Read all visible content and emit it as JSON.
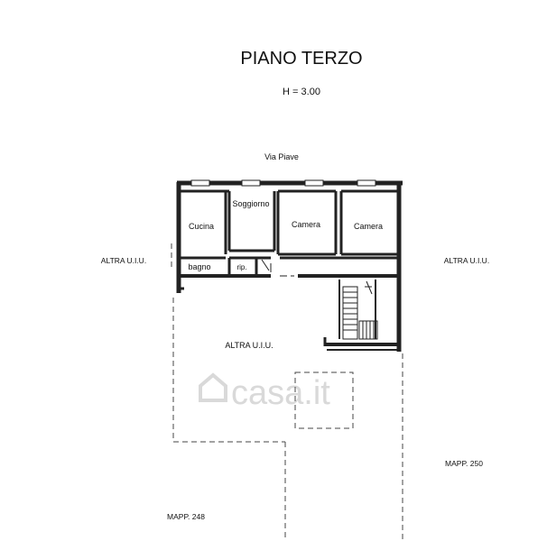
{
  "header": {
    "title": "PIANO TERZO",
    "height_note": "H = 3.00"
  },
  "street": "Via Piave",
  "rooms": {
    "cucina": "Cucina",
    "soggiorno": "Soggiorno",
    "camera1": "Camera",
    "camera2": "Camera",
    "bagno": "bagno",
    "ripostiglio": "rip."
  },
  "neighbors": {
    "left": "ALTRA U.I.U.",
    "right": "ALTRA U.I.U.",
    "lower": "ALTRA U.I.U."
  },
  "parcels": {
    "right": "MAPP. 250",
    "bottom": "MAPP. 248"
  },
  "watermark": "casa.it"
}
